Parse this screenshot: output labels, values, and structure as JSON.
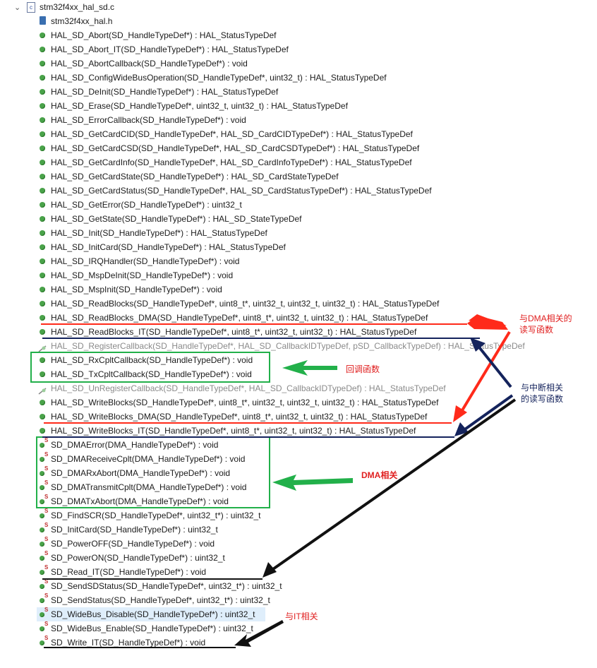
{
  "tree": {
    "file_name": "stm32f4xx_hal_sd.c",
    "include_name": "stm32f4xx_hal.h",
    "items": [
      {
        "label": "HAL_SD_Abort(SD_HandleTypeDef*) : HAL_StatusTypeDef",
        "kind": "public"
      },
      {
        "label": "HAL_SD_Abort_IT(SD_HandleTypeDef*) : HAL_StatusTypeDef",
        "kind": "public"
      },
      {
        "label": "HAL_SD_AbortCallback(SD_HandleTypeDef*) : void",
        "kind": "public"
      },
      {
        "label": "HAL_SD_ConfigWideBusOperation(SD_HandleTypeDef*, uint32_t) : HAL_StatusTypeDef",
        "kind": "public"
      },
      {
        "label": "HAL_SD_DeInit(SD_HandleTypeDef*) : HAL_StatusTypeDef",
        "kind": "public"
      },
      {
        "label": "HAL_SD_Erase(SD_HandleTypeDef*, uint32_t, uint32_t) : HAL_StatusTypeDef",
        "kind": "public"
      },
      {
        "label": "HAL_SD_ErrorCallback(SD_HandleTypeDef*) : void",
        "kind": "public"
      },
      {
        "label": "HAL_SD_GetCardCID(SD_HandleTypeDef*, HAL_SD_CardCIDTypeDef*) : HAL_StatusTypeDef",
        "kind": "public"
      },
      {
        "label": "HAL_SD_GetCardCSD(SD_HandleTypeDef*, HAL_SD_CardCSDTypeDef*) : HAL_StatusTypeDef",
        "kind": "public"
      },
      {
        "label": "HAL_SD_GetCardInfo(SD_HandleTypeDef*, HAL_SD_CardInfoTypeDef*) : HAL_StatusTypeDef",
        "kind": "public"
      },
      {
        "label": "HAL_SD_GetCardState(SD_HandleTypeDef*) : HAL_SD_CardStateTypeDef",
        "kind": "public"
      },
      {
        "label": "HAL_SD_GetCardStatus(SD_HandleTypeDef*, HAL_SD_CardStatusTypeDef*) : HAL_StatusTypeDef",
        "kind": "public"
      },
      {
        "label": "HAL_SD_GetError(SD_HandleTypeDef*) : uint32_t",
        "kind": "public"
      },
      {
        "label": "HAL_SD_GetState(SD_HandleTypeDef*) : HAL_SD_StateTypeDef",
        "kind": "public"
      },
      {
        "label": "HAL_SD_Init(SD_HandleTypeDef*) : HAL_StatusTypeDef",
        "kind": "public"
      },
      {
        "label": "HAL_SD_InitCard(SD_HandleTypeDef*) : HAL_StatusTypeDef",
        "kind": "public"
      },
      {
        "label": "HAL_SD_IRQHandler(SD_HandleTypeDef*) : void",
        "kind": "public"
      },
      {
        "label": "HAL_SD_MspDeInit(SD_HandleTypeDef*) : void",
        "kind": "public"
      },
      {
        "label": "HAL_SD_MspInit(SD_HandleTypeDef*) : void",
        "kind": "public"
      },
      {
        "label": "HAL_SD_ReadBlocks(SD_HandleTypeDef*, uint8_t*, uint32_t, uint32_t, uint32_t) : HAL_StatusTypeDef",
        "kind": "public"
      },
      {
        "label": "HAL_SD_ReadBlocks_DMA(SD_HandleTypeDef*, uint8_t*, uint32_t, uint32_t) : HAL_StatusTypeDef",
        "kind": "public"
      },
      {
        "label": "HAL_SD_ReadBlocks_IT(SD_HandleTypeDef*, uint8_t*, uint32_t, uint32_t) : HAL_StatusTypeDef",
        "kind": "public"
      },
      {
        "label": "HAL_SD_RegisterCallback(SD_HandleTypeDef*, HAL_SD_CallbackIDTypeDef, pSD_CallbackTypeDef) : HAL_StatusTypeDef",
        "kind": "inactive"
      },
      {
        "label": "HAL_SD_RxCpltCallback(SD_HandleTypeDef*) : void",
        "kind": "public"
      },
      {
        "label": "HAL_SD_TxCpltCallback(SD_HandleTypeDef*) : void",
        "kind": "public"
      },
      {
        "label": "HAL_SD_UnRegisterCallback(SD_HandleTypeDef*, HAL_SD_CallbackIDTypeDef) : HAL_StatusTypeDef",
        "kind": "inactive"
      },
      {
        "label": "HAL_SD_WriteBlocks(SD_HandleTypeDef*, uint8_t*, uint32_t, uint32_t, uint32_t) : HAL_StatusTypeDef",
        "kind": "public"
      },
      {
        "label": "HAL_SD_WriteBlocks_DMA(SD_HandleTypeDef*, uint8_t*, uint32_t, uint32_t) : HAL_StatusTypeDef",
        "kind": "public"
      },
      {
        "label": "HAL_SD_WriteBlocks_IT(SD_HandleTypeDef*, uint8_t*, uint32_t, uint32_t) : HAL_StatusTypeDef",
        "kind": "public"
      },
      {
        "label": "SD_DMAError(DMA_HandleTypeDef*) : void",
        "kind": "static"
      },
      {
        "label": "SD_DMAReceiveCplt(DMA_HandleTypeDef*) : void",
        "kind": "static"
      },
      {
        "label": "SD_DMARxAbort(DMA_HandleTypeDef*) : void",
        "kind": "static"
      },
      {
        "label": "SD_DMATransmitCplt(DMA_HandleTypeDef*) : void",
        "kind": "static"
      },
      {
        "label": "SD_DMATxAbort(DMA_HandleTypeDef*) : void",
        "kind": "static"
      },
      {
        "label": "SD_FindSCR(SD_HandleTypeDef*, uint32_t*) : uint32_t",
        "kind": "static"
      },
      {
        "label": "SD_InitCard(SD_HandleTypeDef*) : uint32_t",
        "kind": "static"
      },
      {
        "label": "SD_PowerOFF(SD_HandleTypeDef*) : void",
        "kind": "static"
      },
      {
        "label": "SD_PowerON(SD_HandleTypeDef*) : uint32_t",
        "kind": "static"
      },
      {
        "label": "SD_Read_IT(SD_HandleTypeDef*) : void",
        "kind": "static"
      },
      {
        "label": "SD_SendSDStatus(SD_HandleTypeDef*, uint32_t*) : uint32_t",
        "kind": "static"
      },
      {
        "label": "SD_SendStatus(SD_HandleTypeDef*, uint32_t*) : uint32_t",
        "kind": "static"
      },
      {
        "label": "SD_WideBus_Disable(SD_HandleTypeDef*) : uint32_t",
        "kind": "static",
        "selected": true
      },
      {
        "label": "SD_WideBus_Enable(SD_HandleTypeDef*) : uint32_t",
        "kind": "static"
      },
      {
        "label": "SD_Write_IT(SD_HandleTypeDef*) : void",
        "kind": "static"
      }
    ]
  },
  "annotations": {
    "dma_rw": "与DMA相关的\n读写函数",
    "callback": "回调函数",
    "it_rw": "与中断相关\n的读写函数",
    "dma_related": "DMA相关",
    "it_related": "与IT相关"
  },
  "colors": {
    "red": "#ff2a1a",
    "navy": "#14235c",
    "green": "#22b04a",
    "black": "#111111",
    "method_green": "#4aa34a"
  }
}
